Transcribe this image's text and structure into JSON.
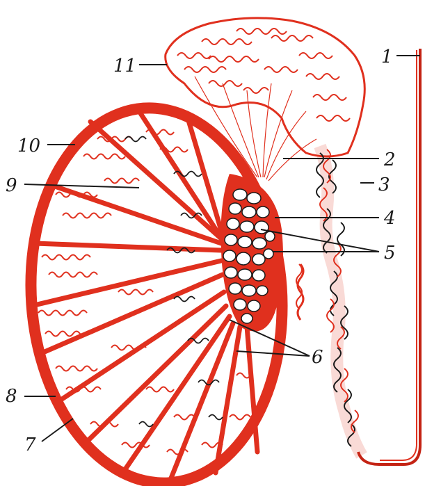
{
  "colors": {
    "tissue": "#e0301e",
    "tissue_dark": "#c42314",
    "outline": "#1a1a1a",
    "background": "#ffffff"
  },
  "labels": {
    "l1": "1",
    "l2": "2",
    "l3": "3",
    "l4": "4",
    "l5": "5",
    "l6": "6",
    "l7": "7",
    "l8": "8",
    "l9": "9",
    "l10": "10",
    "l11": "11"
  }
}
